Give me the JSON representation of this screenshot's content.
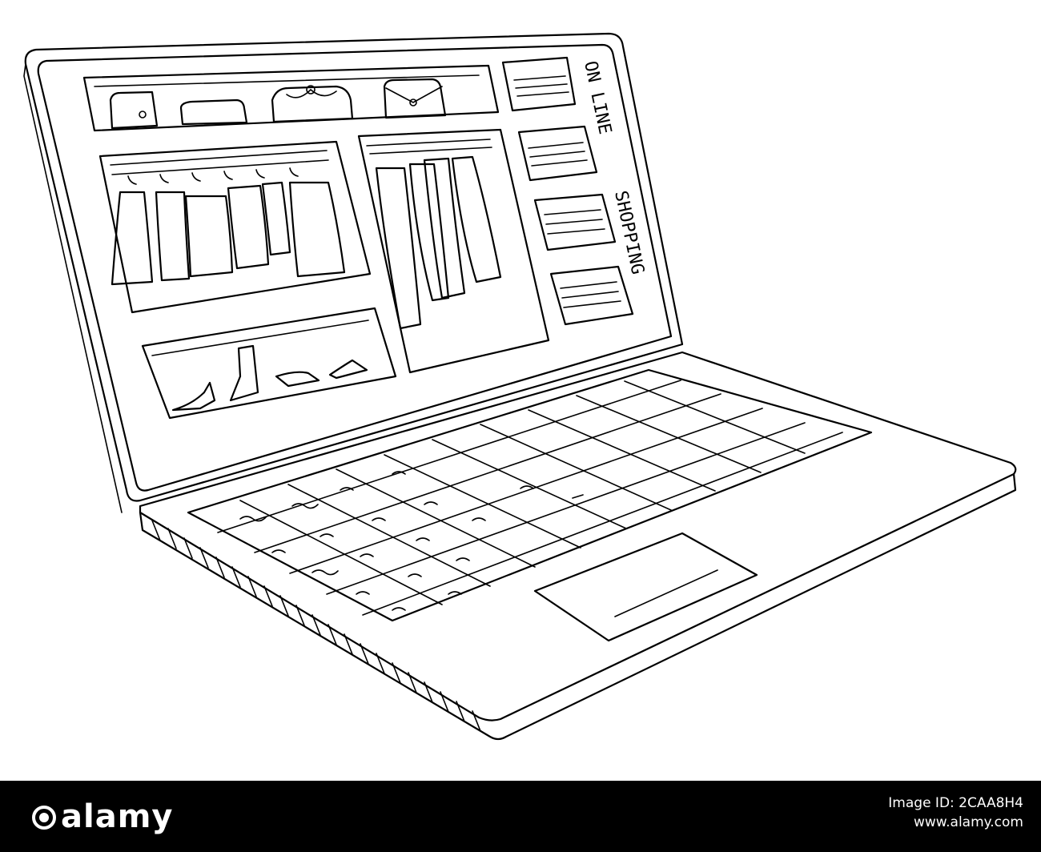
{
  "screen": {
    "headline_1": "ON LINE",
    "headline_2": "SHOPPING"
  },
  "footer": {
    "logo": "alamy",
    "image_id": "Image ID: 2CAA8H4",
    "site": "www.alamy.com"
  },
  "colors": {
    "ink": "#000000",
    "paper": "#ffffff",
    "footer_background": "#000000",
    "footer_text": "#ffffff"
  },
  "icons": [
    "handbag-icon",
    "dress-icon",
    "shoe-icon",
    "boot-icon",
    "folded-clothes-icon",
    "hanger-icon",
    "alamy-logo-icon"
  ]
}
